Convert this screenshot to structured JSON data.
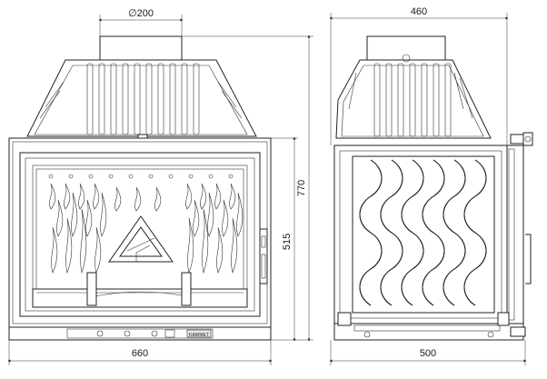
{
  "dimensions": {
    "flue_diameter": "∅200",
    "front_width": "660",
    "front_height_total": "770",
    "front_height_door": "515",
    "side_depth_top": "460",
    "side_depth_bottom": "500"
  },
  "brand_plate": "KAWMET",
  "icons": {
    "triangle_logo": "kawmet-triangle-logo-icon"
  }
}
